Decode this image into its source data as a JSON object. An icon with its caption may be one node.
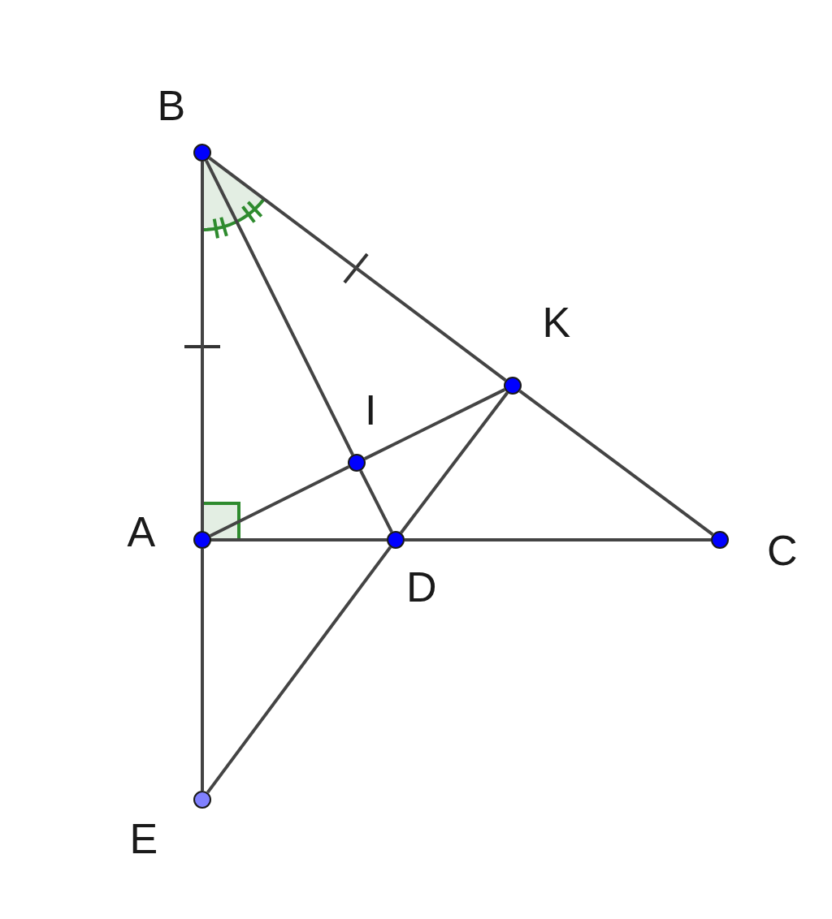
{
  "diagram": {
    "nodes": [
      {
        "text": [
          "B"
        ]
      },
      {
        "text": [
          "K"
        ]
      },
      {
        "text": [
          "I"
        ]
      },
      {
        "text": [
          "A"
        ]
      },
      {
        "text": [
          "D"
        ]
      },
      {
        "text": [
          "C"
        ]
      },
      {
        "text": [
          "E"
        ]
      }
    ],
    "edges": [
      {
        "from": 0,
        "to": 3,
        "arrow": "none"
      },
      {
        "from": 3,
        "to": 6,
        "arrow": "none"
      },
      {
        "from": 0,
        "to": 1,
        "arrow": "none"
      },
      {
        "from": 1,
        "to": 5,
        "arrow": "none"
      },
      {
        "from": 3,
        "to": 4,
        "arrow": "none"
      },
      {
        "from": 4,
        "to": 5,
        "arrow": "none"
      },
      {
        "from": 0,
        "to": 2,
        "arrow": "none"
      },
      {
        "from": 2,
        "to": 4,
        "arrow": "none"
      },
      {
        "from": 3,
        "to": 2,
        "arrow": "none"
      },
      {
        "from": 2,
        "to": 1,
        "arrow": "none"
      },
      {
        "from": 1,
        "to": 4,
        "arrow": "none"
      },
      {
        "from": 4,
        "to": 6,
        "arrow": "none"
      }
    ]
  }
}
